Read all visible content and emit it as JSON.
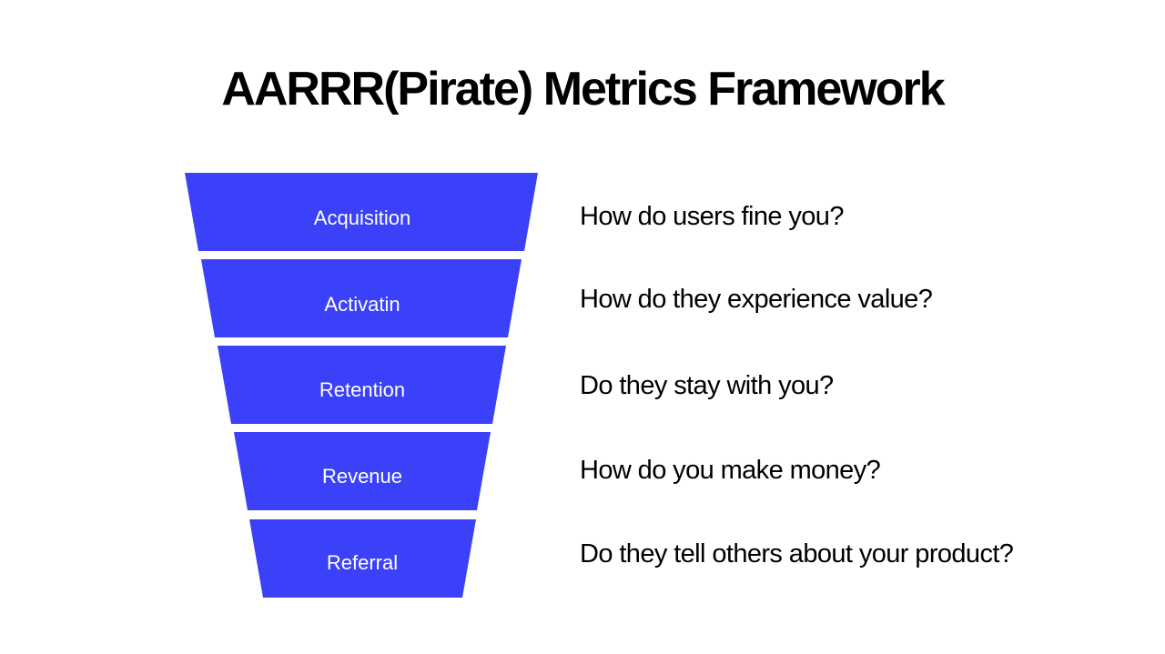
{
  "title": "AARRR(Pirate) Metrics Framework",
  "colors": {
    "stage_fill": "#3a41f8",
    "stage_text": "#ffffff",
    "text": "#000000",
    "background": "#ffffff"
  },
  "stages": [
    {
      "label": "Acquisition",
      "question": "How do users fine you?"
    },
    {
      "label": "Activatin",
      "question": "How do they experience value?"
    },
    {
      "label": "Retention",
      "question": "Do they stay with you?"
    },
    {
      "label": "Revenue",
      "question": "How do you make money?"
    },
    {
      "label": "Referral",
      "question": "Do they tell others about your product?"
    }
  ]
}
